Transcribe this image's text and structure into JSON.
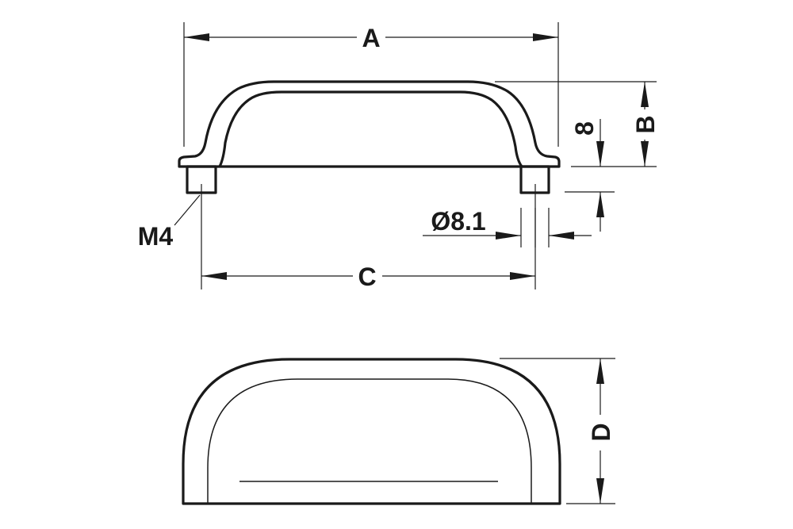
{
  "drawing": {
    "labels": {
      "a": "A",
      "b": "B",
      "c": "C",
      "d": "D",
      "eight": "8",
      "thread": "M4",
      "diameter": "Ø8.1"
    },
    "line_color": "#1a1a1a",
    "background": "#ffffff"
  }
}
